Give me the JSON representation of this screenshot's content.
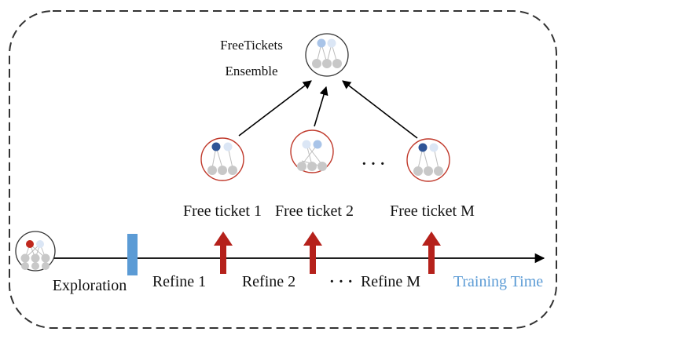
{
  "ensemble": {
    "title_line1": "FreeTickets",
    "title_line2": "Ensemble"
  },
  "tickets": [
    {
      "label": "Free ticket 1"
    },
    {
      "label": "Free ticket 2"
    },
    {
      "label": "Free ticket M"
    }
  ],
  "ellipsis": "· · ·",
  "timeline": {
    "exploration": "Exploration",
    "refine_1": "Refine 1",
    "refine_2": "Refine 2",
    "ellipsis": "· · ·",
    "refine_m": "Refine M",
    "axis_label": "Training Time"
  },
  "colors": {
    "border": "#333333",
    "ticket_circle": "#c0392b",
    "refine_arrow": "#b5211b",
    "exploration_bar": "#5b9bd5",
    "axis_label": "#5b9bd5",
    "node_gray": "#c8c8c8",
    "node_dark_blue": "#2f5597",
    "node_light_blue": "#a9c4e8",
    "node_pale_blue": "#dbe6f5",
    "node_red": "#c0281e"
  }
}
